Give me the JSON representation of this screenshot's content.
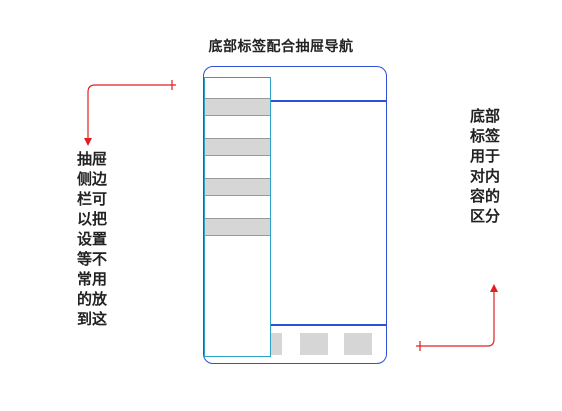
{
  "title": "底部标签配合抽屉导航",
  "notes": {
    "left": "抽屉侧边栏可以把设置等不常用的放到这",
    "right": "底部标签用于对内容的区分"
  },
  "drawer": {
    "item_count": 4
  },
  "bottom_tabs": {
    "count": 3
  },
  "colors": {
    "frame": "#2e4fd6",
    "drawer_border": "#2aa3c6",
    "placeholder": "#d6d6d6",
    "arrow": "#e02020"
  }
}
